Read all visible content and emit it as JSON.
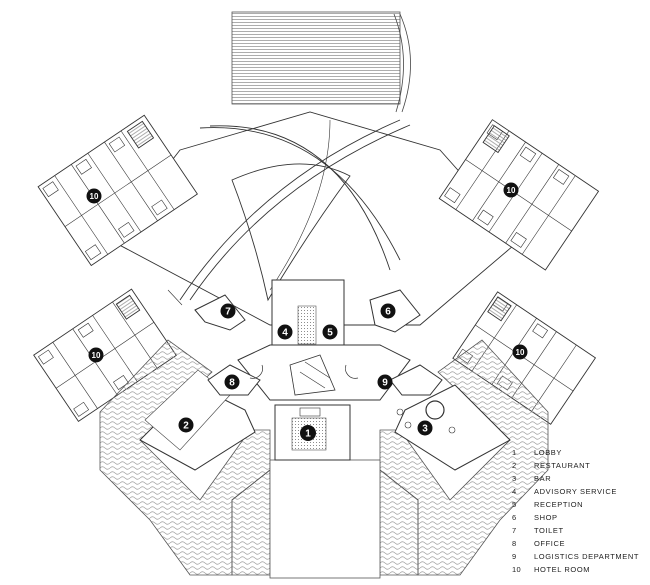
{
  "legend": [
    {
      "num": "1",
      "label": "LOBBY"
    },
    {
      "num": "2",
      "label": "RESTAURANT"
    },
    {
      "num": "3",
      "label": "BAR"
    },
    {
      "num": "4",
      "label": "ADVISORY SERVICE"
    },
    {
      "num": "5",
      "label": "RECEPTION"
    },
    {
      "num": "6",
      "label": "SHOP"
    },
    {
      "num": "7",
      "label": "TOILET"
    },
    {
      "num": "8",
      "label": "OFFICE"
    },
    {
      "num": "9",
      "label": "LOGISTICS DEPARTMENT"
    },
    {
      "num": "10",
      "label": "HOTEL ROOM"
    }
  ],
  "markers": {
    "lobby": "1",
    "restaurant": "2",
    "bar": "3",
    "advisory_service": "4",
    "reception": "5",
    "shop": "6",
    "toilet": "7",
    "office": "8",
    "logistics": "9",
    "hotel_room_nw": "10",
    "hotel_room_ne": "10",
    "hotel_room_w": "10",
    "hotel_room_e": "10"
  },
  "colors": {
    "line": "#333333",
    "hatch": "#9a9a9a",
    "marker_fill": "#111111",
    "marker_text": "#ffffff",
    "background": "#ffffff"
  }
}
